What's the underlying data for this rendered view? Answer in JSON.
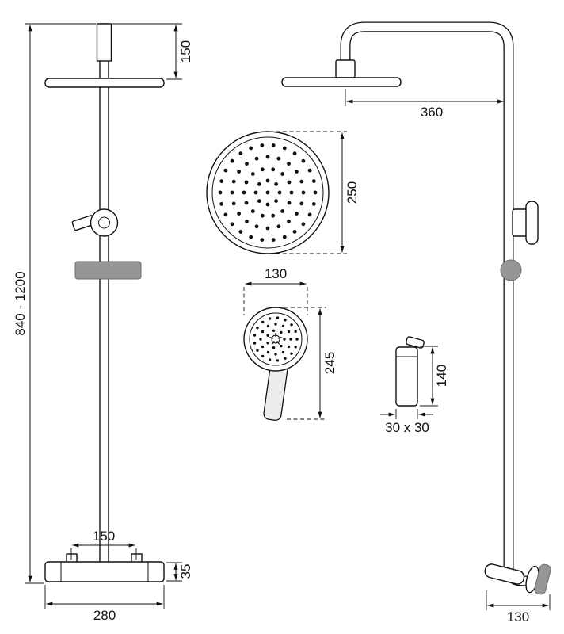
{
  "figure": {
    "type": "technical-drawing",
    "subject": "shower column dimensional drawing"
  },
  "dims": {
    "height_range": "840 - 1200",
    "top_arm_drop": "150",
    "head_diameter": "250",
    "hand_shower_width": "130",
    "hand_shower_length": "245",
    "outlet_height": "140",
    "outlet_section": "30 x 30",
    "mixer_inlet_spacing": "150",
    "mixer_body_height": "35",
    "mixer_width": "280",
    "arm_reach": "360",
    "wall_elbow_depth": "130"
  }
}
